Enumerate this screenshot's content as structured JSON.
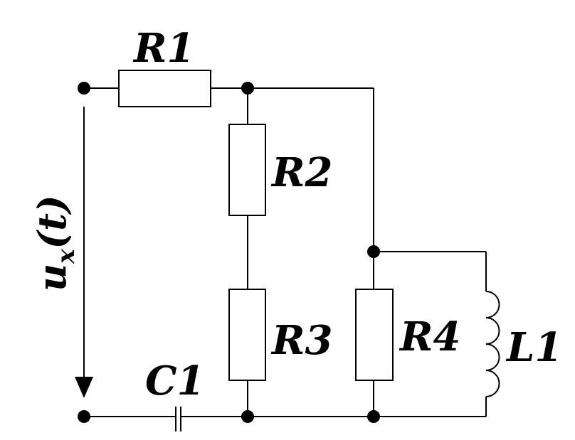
{
  "diagram": {
    "labels": {
      "R1": "R1",
      "R2": "R2",
      "R3": "R3",
      "R4": "R4",
      "L1": "L1",
      "C1": "C1",
      "voltage_main": "u",
      "voltage_sub": "x",
      "voltage_arg": "(t)"
    },
    "components": [
      {
        "id": "R1",
        "type": "resistor"
      },
      {
        "id": "R2",
        "type": "resistor"
      },
      {
        "id": "R3",
        "type": "resistor"
      },
      {
        "id": "R4",
        "type": "resistor"
      },
      {
        "id": "L1",
        "type": "inductor"
      },
      {
        "id": "C1",
        "type": "capacitor"
      }
    ],
    "colors": {
      "ink": "#000000",
      "background": "#ffffff"
    }
  }
}
